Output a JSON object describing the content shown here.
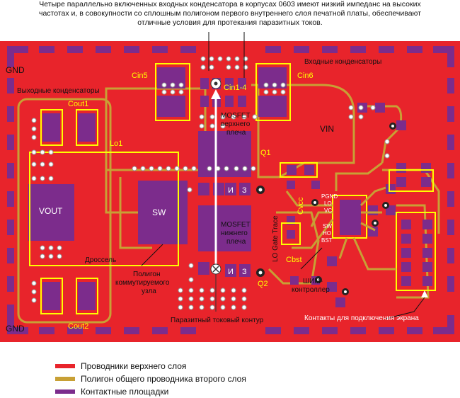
{
  "top_note": [
    "Четыре параллельно включенных входных конденсатора в корпусах 0603 имеют низкий импеданс на высоких",
    "частотах и, в совокупности со сплошным полигоном первого внутреннего слоя печатной платы, обеспечивают",
    "отличные условия для протекания паразитных токов."
  ],
  "labels": {
    "gnd_top": "GND",
    "gnd_bottom": "GND",
    "vin": "VIN",
    "vout": "VOUT",
    "sw": "SW",
    "cin5": "Cin5",
    "cin6": "Cin6",
    "cin14": "Cin1-4",
    "cout1": "Cout1",
    "cout2": "Cout2",
    "lo1": "Lo1",
    "q1": "Q1",
    "q2": "Q2",
    "cvcc": "Cvcc",
    "cbst": "Cbst",
    "input_caps": "Входные конденсаторы",
    "output_caps": "Выходные конденсаторы",
    "mosfet_hi_1": "MOSFET",
    "mosfet_hi_2": "верхнего",
    "mosfet_hi_3": "плеча",
    "mosfet_lo_1": "MOSFET",
    "mosfet_lo_2": "нижнего",
    "mosfet_lo_3": "плеча",
    "pin_i_1": "И",
    "pin_z_1": "З",
    "pin_i_2": "И",
    "pin_z_2": "З",
    "inductor": "Дроссель",
    "switch_poly_1": "Полигон",
    "switch_poly_2": "коммутируемого",
    "switch_poly_3": "узла",
    "parasitic_loop": "Паразитный токовый контур",
    "lo_gate_trace": "LO Gate Trace",
    "pwm_1": "ШИМ-",
    "pwm_2": "контроллер",
    "screen_contacts": "Контакты для подключения экрана",
    "ic_pgnd": "PGND",
    "ic_lo": "LO",
    "ic_vc": "VC",
    "ic_sw": "SW",
    "ic_ho": "HO",
    "ic_bst": "BST"
  },
  "legend": [
    {
      "label": "Проводники верхнего слоя",
      "color": "#e8242b"
    },
    {
      "label": "Полигон общего проводника второго слоя",
      "color": "#c8a035"
    },
    {
      "label": "Контактные площадки",
      "color": "#7c2c8c"
    }
  ],
  "colors": {
    "copper_top": "#e8242b",
    "inner_gnd": "#c8a035",
    "pads": "#7c2c8c",
    "silk": "#ffff00"
  }
}
